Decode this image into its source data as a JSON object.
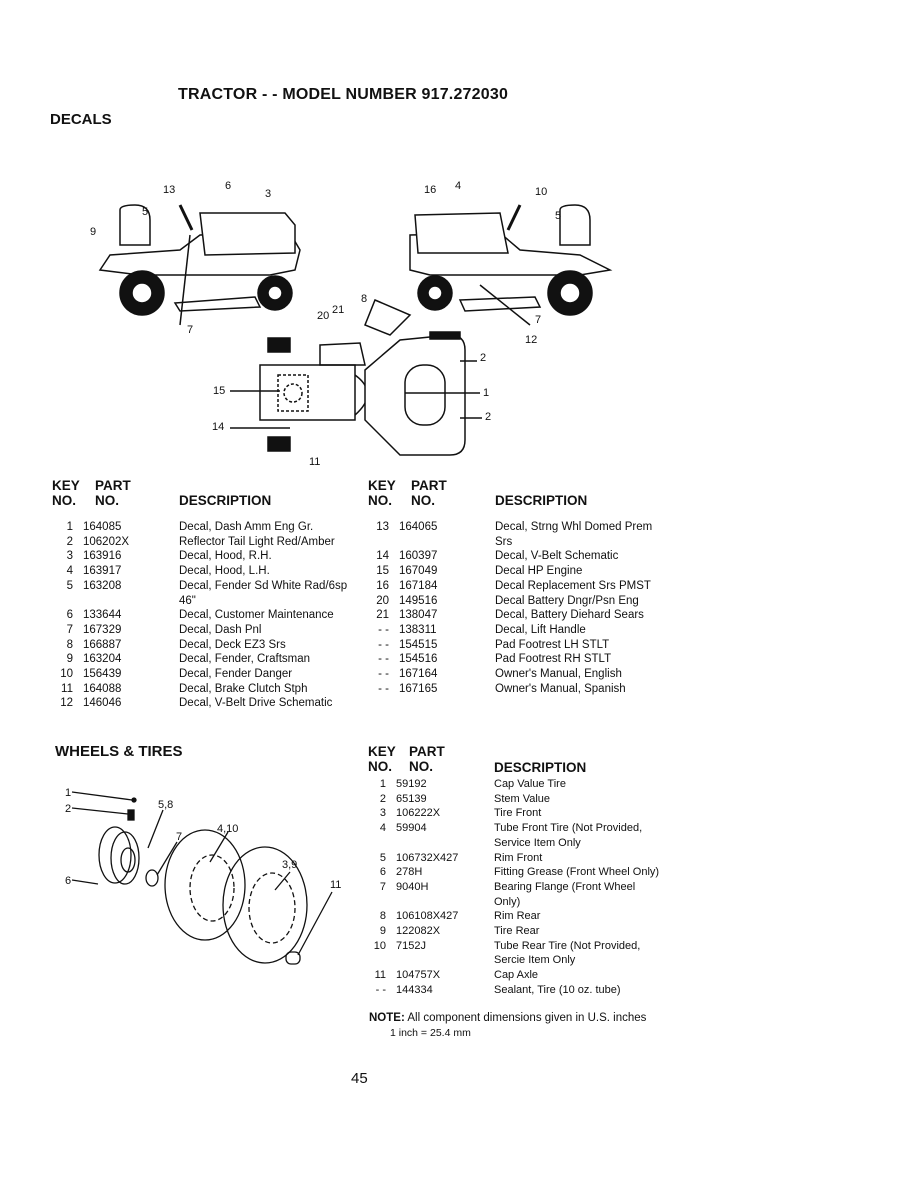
{
  "title": "TRACTOR - - MODEL NUMBER 917.272030",
  "decals": {
    "heading": "DECALS",
    "callouts_left": [
      "13",
      "6",
      "3",
      "5",
      "9",
      "7"
    ],
    "callouts_right": [
      "16",
      "4",
      "10",
      "5",
      "7",
      "12"
    ],
    "callouts_top": [
      "20",
      "21",
      "8",
      "2",
      "1",
      "2",
      "15",
      "14",
      "11"
    ],
    "headers": {
      "key1": "KEY",
      "key2": "NO.",
      "part1": "PART",
      "part2": "NO.",
      "desc": "DESCRIPTION"
    },
    "left_rows": [
      {
        "key": "1",
        "part": "164085",
        "desc": "Decal, Dash Amm Eng Gr."
      },
      {
        "key": "2",
        "part": "106202X",
        "desc": "Reflector Tail Light Red/Amber"
      },
      {
        "key": "3",
        "part": "163916",
        "desc": "Decal, Hood, R.H."
      },
      {
        "key": "4",
        "part": "163917",
        "desc": "Decal, Hood, L.H."
      },
      {
        "key": "5",
        "part": "163208",
        "desc": "Decal, Fender Sd White Rad/6sp 46\""
      },
      {
        "key": "6",
        "part": "133644",
        "desc": "Decal, Customer Maintenance"
      },
      {
        "key": "7",
        "part": "167329",
        "desc": "Decal, Dash Pnl"
      },
      {
        "key": "8",
        "part": "166887",
        "desc": "Decal, Deck EZ3 Srs"
      },
      {
        "key": "9",
        "part": "163204",
        "desc": "Decal, Fender, Craftsman"
      },
      {
        "key": "10",
        "part": "156439",
        "desc": "Decal, Fender Danger"
      },
      {
        "key": "11",
        "part": "164088",
        "desc": "Decal, Brake Clutch Stph"
      },
      {
        "key": "12",
        "part": "146046",
        "desc": "Decal, V-Belt Drive Schematic"
      }
    ],
    "right_rows": [
      {
        "key": "13",
        "part": "164065",
        "desc": "Decal, Strng Whl Domed Prem Srs"
      },
      {
        "key": "14",
        "part": "160397",
        "desc": "Decal, V-Belt Schematic"
      },
      {
        "key": "15",
        "part": "167049",
        "desc": "Decal HP Engine"
      },
      {
        "key": "16",
        "part": "167184",
        "desc": "Decal Replacement Srs PMST"
      },
      {
        "key": "20",
        "part": "149516",
        "desc": "Decal Battery Dngr/Psn Eng"
      },
      {
        "key": "21",
        "part": "138047",
        "desc": "Decal, Battery Diehard Sears"
      },
      {
        "key": "- -",
        "part": "138311",
        "desc": "Decal, Lift Handle"
      },
      {
        "key": "- -",
        "part": "154515",
        "desc": "Pad Footrest LH STLT"
      },
      {
        "key": "- -",
        "part": "154516",
        "desc": "Pad Footrest RH STLT"
      },
      {
        "key": "- -",
        "part": "167164",
        "desc": "Owner's Manual, English"
      },
      {
        "key": "- -",
        "part": "167165",
        "desc": "Owner's Manual, Spanish"
      }
    ]
  },
  "wheels": {
    "heading": "WHEELS & TIRES",
    "callouts": [
      "1",
      "2",
      "5,8",
      "7",
      "4,10",
      "3,9",
      "6",
      "11"
    ],
    "headers": {
      "key1": "KEY",
      "key2": "NO.",
      "part1": "PART",
      "part2": "NO.",
      "desc": "DESCRIPTION"
    },
    "rows": [
      {
        "key": "1",
        "part": "59192",
        "desc": "Cap Value Tire"
      },
      {
        "key": "2",
        "part": "65139",
        "desc": "Stem Value"
      },
      {
        "key": "3",
        "part": "106222X",
        "desc": "Tire Front"
      },
      {
        "key": "4",
        "part": "59904",
        "desc": "Tube Front Tire (Not Provided, Service Item Only"
      },
      {
        "key": "5",
        "part": "106732X427",
        "desc": "Rim Front"
      },
      {
        "key": "6",
        "part": "278H",
        "desc": "Fitting Grease (Front Wheel Only)"
      },
      {
        "key": "7",
        "part": "9040H",
        "desc": "Bearing Flange (Front Wheel Only)"
      },
      {
        "key": "8",
        "part": "106108X427",
        "desc": "Rim Rear"
      },
      {
        "key": "9",
        "part": "122082X",
        "desc": "Tire Rear"
      },
      {
        "key": "10",
        "part": "7152J",
        "desc": "Tube Rear Tire (Not Provided, Sercie Item Only"
      },
      {
        "key": "11",
        "part": "104757X",
        "desc": "Cap Axle"
      },
      {
        "key": "- -",
        "part": "144334",
        "desc": "Sealant, Tire (10 oz. tube)"
      }
    ],
    "note_label": "NOTE:",
    "note_text": " All component dimensions given in U.S. inches",
    "note_line2": "1 inch = 25.4 mm"
  },
  "page_number": "45"
}
